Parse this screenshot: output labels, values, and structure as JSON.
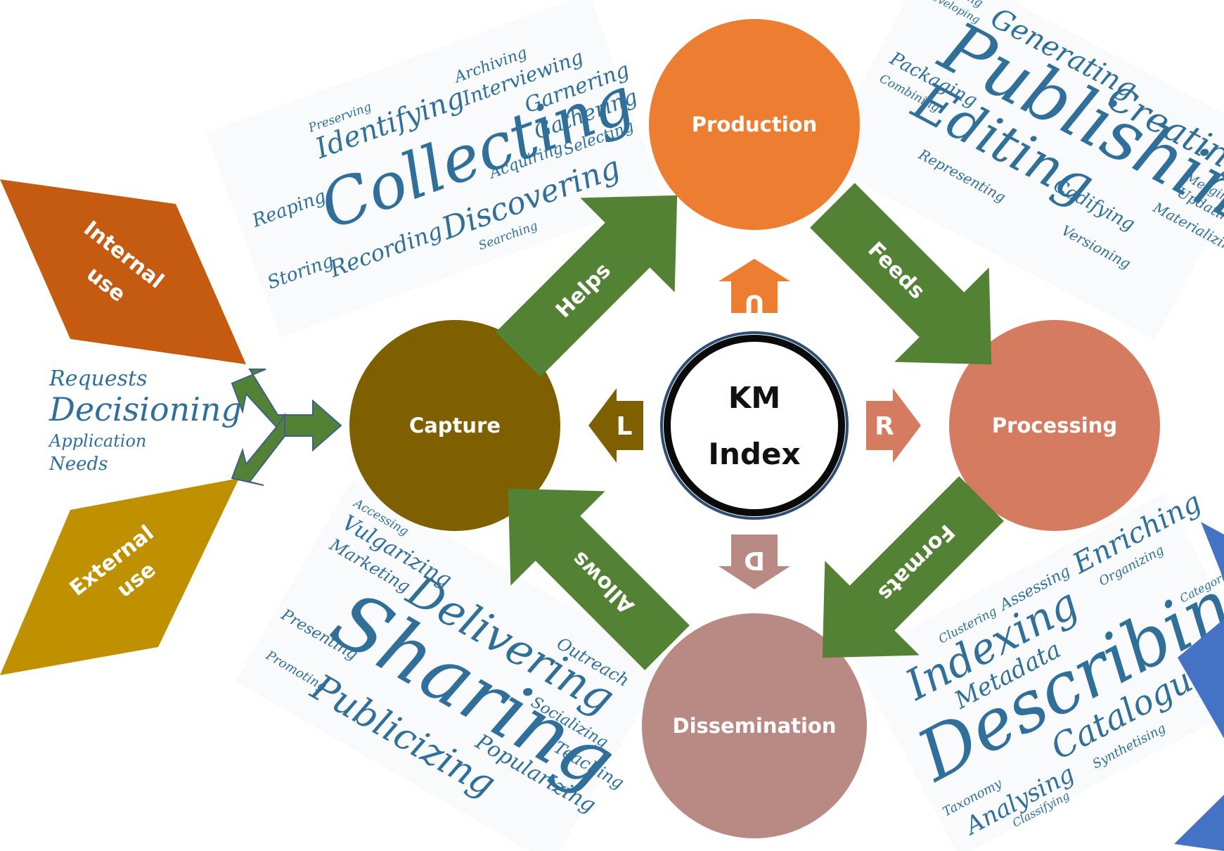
{
  "center": {
    "line1": "KM",
    "line2": "Index"
  },
  "nodes": {
    "production": {
      "label": "Production",
      "color": "#ed7d31"
    },
    "processing": {
      "label": "Processing",
      "color": "#d47b60"
    },
    "dissemination": {
      "label": "Dissemination",
      "color": "#b98983"
    },
    "capture": {
      "label": "Capture",
      "color": "#7f6000"
    }
  },
  "arrows": {
    "helps": {
      "label": "Helps",
      "color": "#548235"
    },
    "feeds": {
      "label": "Feeds",
      "color": "#548235"
    },
    "formats": {
      "label": "Formats",
      "color": "#548235"
    },
    "allows": {
      "label": "Allows",
      "color": "#548235"
    }
  },
  "small_arrows": {
    "up": {
      "letter": "U",
      "color": "#ed7d31"
    },
    "right": {
      "letter": "R",
      "color": "#d47b60"
    },
    "down": {
      "letter": "D",
      "color": "#b98983"
    },
    "left": {
      "letter": "L",
      "color": "#7f6000"
    }
  },
  "uses": {
    "internal": {
      "line1": "Internal",
      "line2": "use",
      "color": "#c55a11"
    },
    "external": {
      "line1": "External",
      "line2": "use",
      "color": "#bf9000"
    }
  },
  "input_words": [
    "Requests",
    "Decisioning",
    "Application",
    "Needs"
  ],
  "word_clouds": {
    "capture": [
      "Preserving",
      "Identifying",
      "Archiving",
      "Interviewing",
      "Garnering",
      "Reaping",
      "Collecting",
      "Gathering",
      "Acquiring",
      "Selecting",
      "Storing",
      "Recording",
      "Discovering",
      "Searching"
    ],
    "production": [
      "Adapting",
      "Developing",
      "Generating",
      "Creating",
      "Publishing",
      "Packaging",
      "Combining",
      "Editing",
      "Codifying",
      "Merging",
      "Updating",
      "Materializing",
      "Representing",
      "Versioning"
    ],
    "dissemination": [
      "Accessing",
      "Vulgarizing",
      "Marketing",
      "Delivering",
      "Outreach",
      "Sharing",
      "Socializing",
      "Teaching",
      "Presenting",
      "Popularizing",
      "Publicizing",
      "Promoting"
    ],
    "processing": [
      "Clustering",
      "Assessing",
      "Enriching",
      "Organizing",
      "Indexing",
      "Metadata",
      "Describing",
      "Categorizing",
      "Taxonomy",
      "Cataloguing",
      "Analysing",
      "Synthetising",
      "Classifying"
    ]
  },
  "accent_color": "#4472c4"
}
